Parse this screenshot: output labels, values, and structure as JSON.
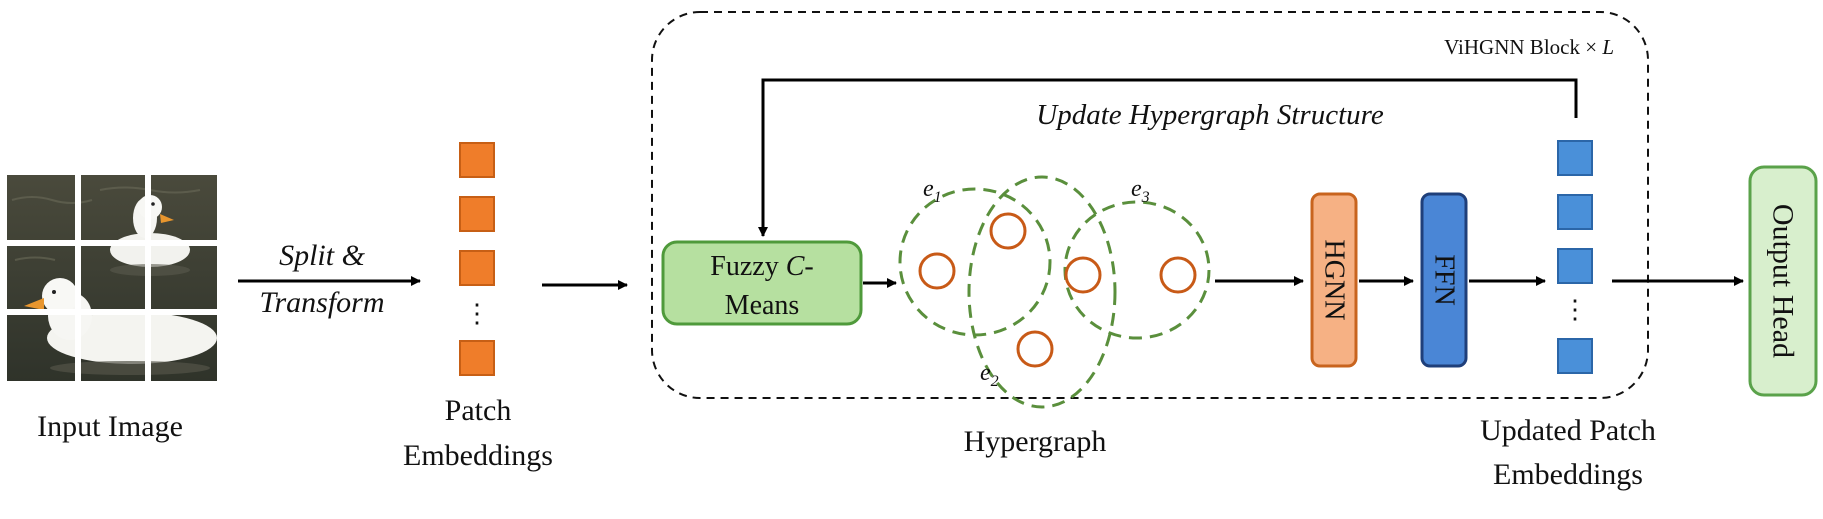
{
  "input_image": {
    "label": "Input Image"
  },
  "split_transform": {
    "line1": "Split &",
    "line2": "Transform"
  },
  "patch_embeddings": {
    "label_line1": "Patch",
    "label_line2": "Embeddings",
    "ellipsis": "⋮"
  },
  "vihgnn_block": {
    "title": "ViHGNN Block × ",
    "title_var": "L"
  },
  "update_label": "Update Hypergraph Structure",
  "fuzzy": {
    "line1": "Fuzzy ",
    "line1_var": "C",
    "line1_tail": "-",
    "line2": "Means"
  },
  "hypergraph": {
    "label": "Hypergraph",
    "edges": [
      {
        "base": "e",
        "sub": "1"
      },
      {
        "base": "e",
        "sub": "2"
      },
      {
        "base": "e",
        "sub": "3"
      }
    ]
  },
  "hgnn": {
    "label": "HGNN"
  },
  "ffn": {
    "label": "FFN"
  },
  "updated_patch": {
    "label_line1": "Updated Patch",
    "label_line2": "Embeddings",
    "ellipsis": "⋮"
  },
  "output_head": {
    "label": "Output Head"
  },
  "colors": {
    "patch_orange": "#ef7d2a",
    "patch_orange_border": "#c75f15",
    "updated_blue": "#4a90d9",
    "updated_blue_border": "#2b66a8",
    "fuzzy_fill": "#b6e0a0",
    "fuzzy_border": "#4f9a3b",
    "hgnn_fill": "#f6b184",
    "hgnn_border": "#c8641e",
    "ffn_fill": "#4a86d6",
    "ffn_border": "#1f3f7a",
    "output_fill": "#d8efcd",
    "output_border": "#5aa24a",
    "hyperedge": "#5a8f3c",
    "node": "#c85a17"
  }
}
